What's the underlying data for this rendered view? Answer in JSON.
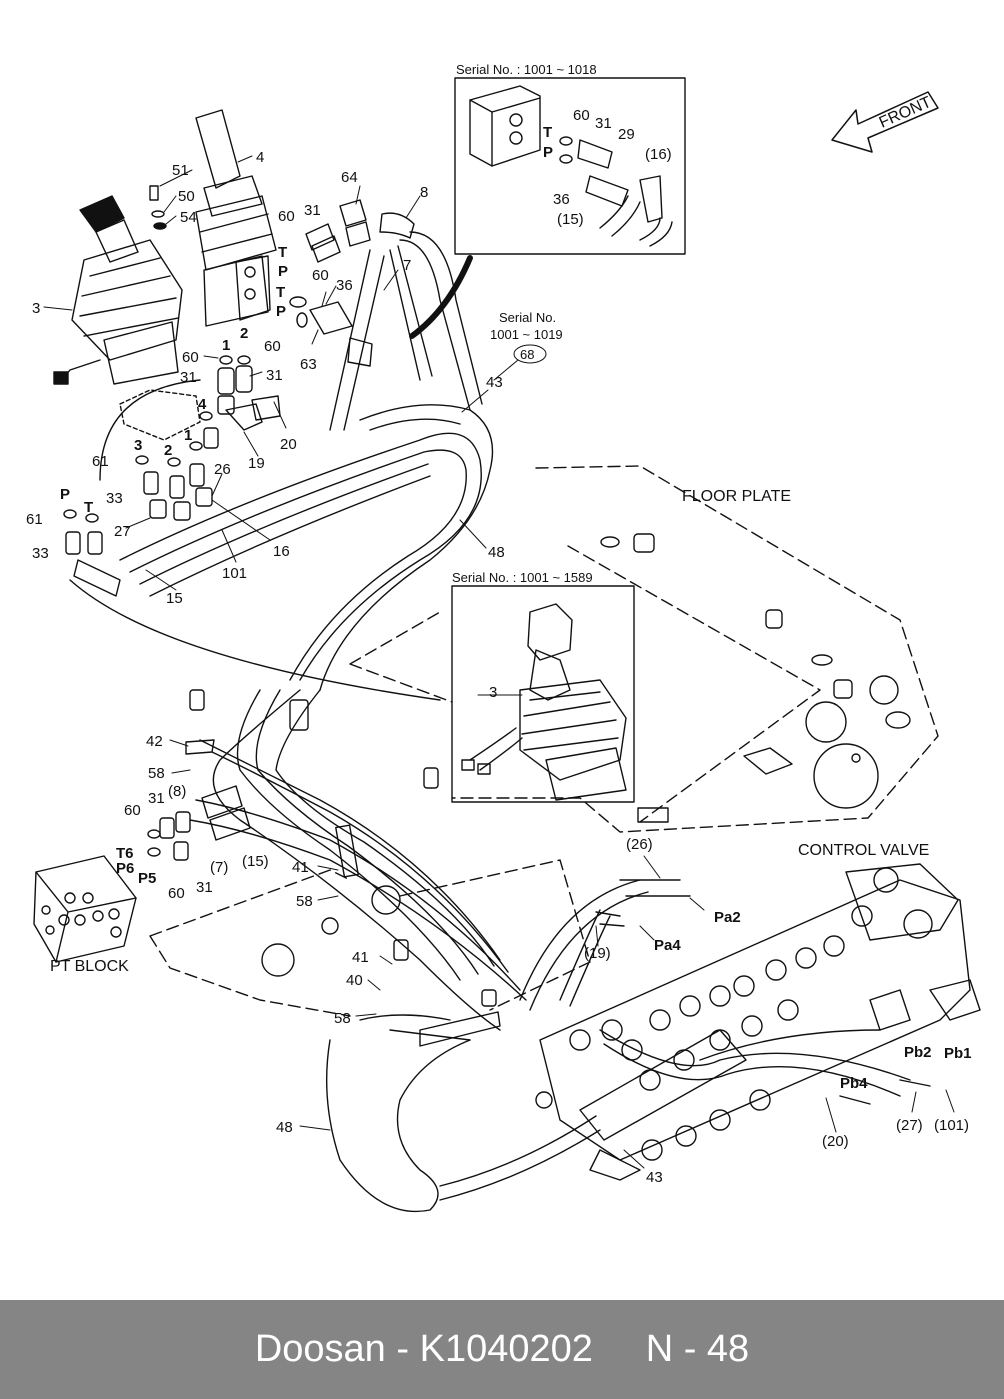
{
  "footer": {
    "brand": "Doosan",
    "sep": " - ",
    "part_number": "K1040202",
    "page": "N - 48"
  },
  "headings": {
    "front": "FRONT",
    "floor_plate": "FLOOR PLATE",
    "control_valve": "CONTROL VALVE",
    "pt_block": "PT BLOCK"
  },
  "insets": {
    "top_right_serial": "Serial No. : 1001 ~ 1018",
    "middle_serial": "Serial No. : 1001 ~ 1589",
    "note_serial_line1": "Serial No.",
    "note_serial_line2": "1001 ~ 1019",
    "note_ref": "68"
  },
  "callouts": {
    "c4": "4",
    "c51": "51",
    "c50": "50",
    "c54": "54",
    "c3a": "3",
    "c60a": "60",
    "c31a": "31",
    "c64": "64",
    "c8": "8",
    "c7": "7",
    "c60b": "60",
    "c36a": "36",
    "c63": "63",
    "c1a": "1",
    "c2a": "2",
    "c60c": "60",
    "c60d": "60",
    "c31b": "31",
    "c31c": "31",
    "c4b": "4",
    "c20": "20",
    "c19": "19",
    "c3b": "3",
    "c2b": "2",
    "c1b": "1",
    "c61a": "61",
    "c26": "26",
    "c33a": "33",
    "c27": "27",
    "c61b": "61",
    "c33b": "33",
    "c101": "101",
    "c16": "16",
    "c15": "15",
    "c43a": "43",
    "c48a": "48",
    "c60e": "60",
    "c31d": "31",
    "c29": "29",
    "c16p": "(16)",
    "c36b": "36",
    "c15p": "(15)",
    "c3c": "3",
    "c42": "42",
    "c58a": "58",
    "c31e": "31",
    "c8p": "(8)",
    "c60f": "60",
    "c7p": "(7)",
    "c15p2": "(15)",
    "c60g": "60",
    "c31f": "31",
    "c41a": "41",
    "c58b": "58",
    "c41b": "41",
    "c40": "40",
    "c58c": "58",
    "c48b": "48",
    "c26p": "(26)",
    "c19p": "(19)",
    "c20p": "(20)",
    "c27p": "(27)",
    "c101p": "(101)",
    "c43b": "43"
  },
  "port_labels": {
    "T1": "T",
    "P1": "P",
    "T2": "T",
    "P2": "P",
    "T3": "T",
    "P3": "P",
    "Pport": "P",
    "Tport": "T",
    "T6": "T6",
    "P6": "P6",
    "P5": "P5",
    "Pa2": "Pa2",
    "Pa4": "Pa4",
    "Pb2": "Pb2",
    "Pb1": "Pb1",
    "Pb4": "Pb4"
  }
}
